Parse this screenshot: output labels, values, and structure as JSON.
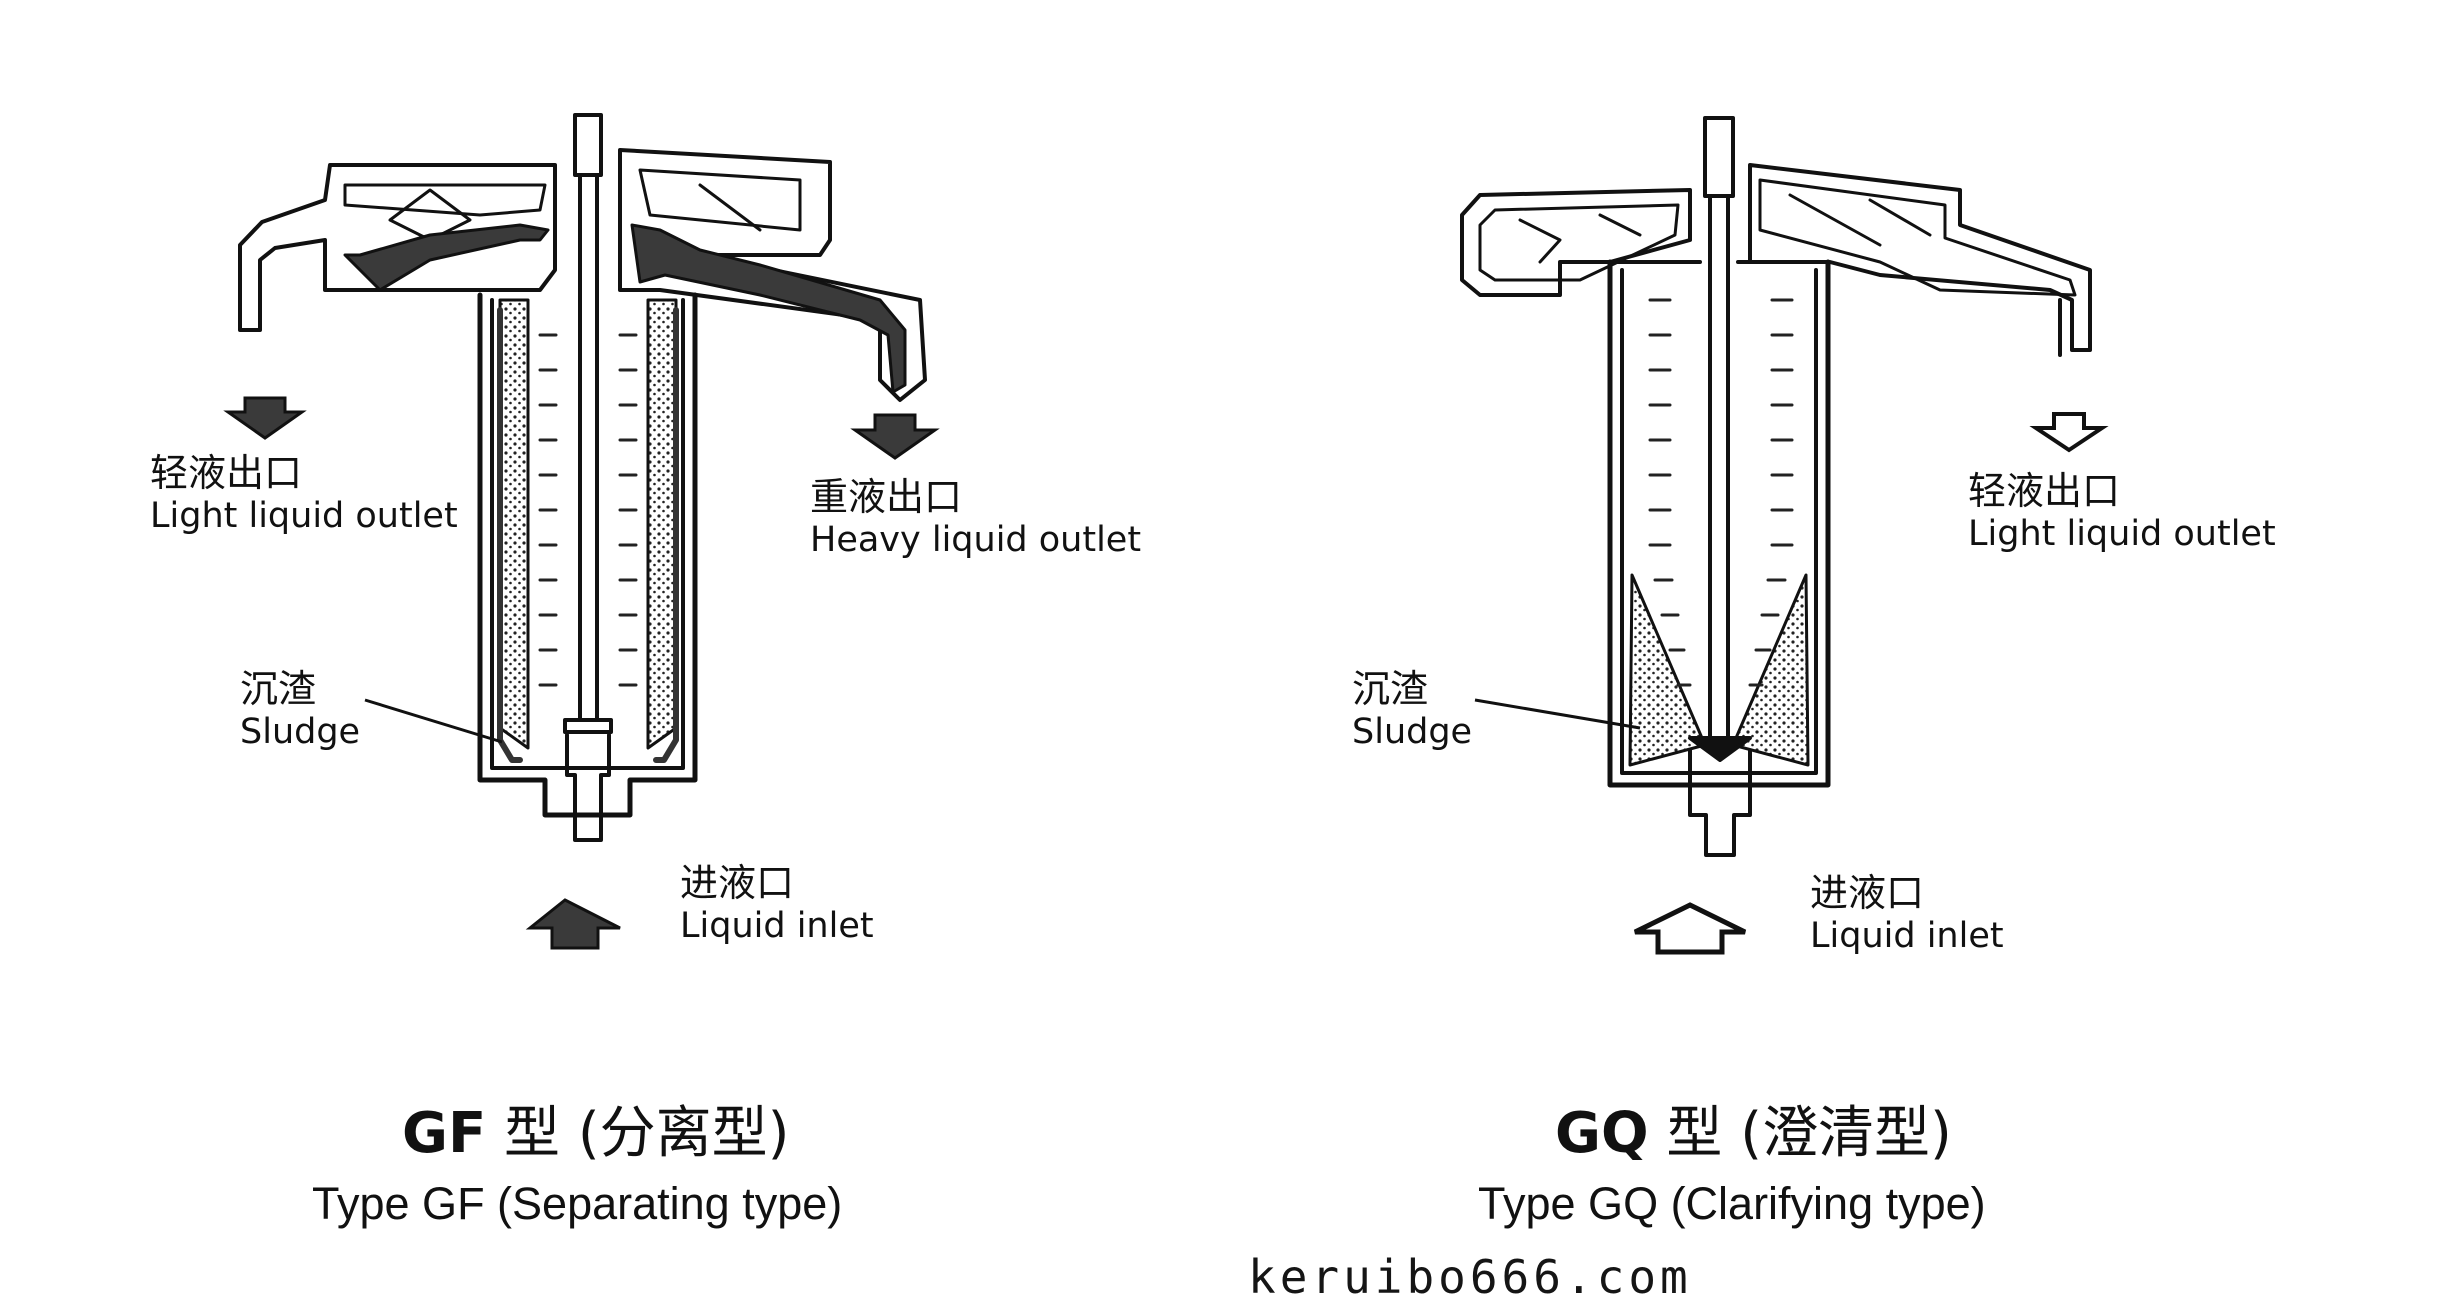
{
  "colors": {
    "ink": "#111111",
    "fill": "#3a3a3a",
    "paper": "#ffffff"
  },
  "diagrams": [
    {
      "id": "gf",
      "outlets": [
        {
          "zh": "轻液出口",
          "en": "Light liquid outlet",
          "arrow": "solid"
        },
        {
          "zh": "重液出口",
          "en": "Heavy liquid outlet",
          "arrow": "solid"
        }
      ],
      "sludge": {
        "zh": "沉渣",
        "en": "Sludge"
      },
      "inlet": {
        "zh": "进液口",
        "en": "Liquid inlet",
        "arrow": "solid"
      },
      "title_code": "GF",
      "title_zh": "型 (分离型)",
      "title_en": "Type GF (Separating type)"
    },
    {
      "id": "gq",
      "outlets": [
        {
          "zh": "轻液出口",
          "en": "Light liquid outlet",
          "arrow": "hollow"
        }
      ],
      "sludge": {
        "zh": "沉渣",
        "en": "Sludge"
      },
      "inlet": {
        "zh": "进液口",
        "en": "Liquid inlet",
        "arrow": "hollow"
      },
      "title_code": "GQ",
      "title_zh": "型 (澄清型)",
      "title_en": "Type GQ (Clarifying type)"
    }
  ],
  "watermark": "keruibo666.com"
}
